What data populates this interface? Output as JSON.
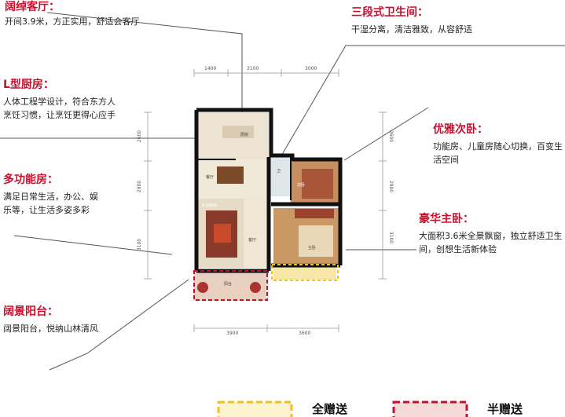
{
  "annotations": {
    "living": {
      "title": "阔绰客厅：",
      "desc": "开间3.9米，方正实用，舒适会客厅"
    },
    "kitchen": {
      "title": "L型厨房：",
      "desc": "人体工程学设计，符合东方人烹饪习惯，让烹饪更得心应手"
    },
    "multi": {
      "title": "多功能房：",
      "desc": "满足日常生活，办公、娱乐等，让生活多姿多彩"
    },
    "balcony": {
      "title": "阔景阳台：",
      "desc": "阔景阳台，悦纳山林清风"
    },
    "bath": {
      "title": "三段式卫生间：",
      "desc": "干湿分离，清洁雅致，从容舒适"
    },
    "second": {
      "title": "优雅次卧：",
      "desc": "功能房、儿童房随心切换，百变生活空间"
    },
    "master": {
      "title": "豪华主卧：",
      "desc": "大面积3.6米全景飘窗，独立舒适卫生间，创想生活新体验"
    }
  },
  "dimensions": {
    "top": [
      "1400",
      "3100",
      "3000"
    ],
    "bottom": [
      "3900",
      "3600"
    ],
    "left": [
      "2600",
      "2900",
      "3100"
    ],
    "right": [
      "2600",
      "2900",
      "3100"
    ]
  },
  "room_labels": {
    "kitchen": "厨房",
    "dining": "餐厅",
    "living": "客厅",
    "multi": "多功能房",
    "bath": "卫",
    "second": "次卧",
    "master": "主卧",
    "balcony": "阳台"
  },
  "legend": {
    "full_gift": "全赠送",
    "half_gift": "半赠送",
    "full_color": "#f2c21b",
    "half_color": "#c8102e"
  },
  "accent_color": "#c8102e"
}
